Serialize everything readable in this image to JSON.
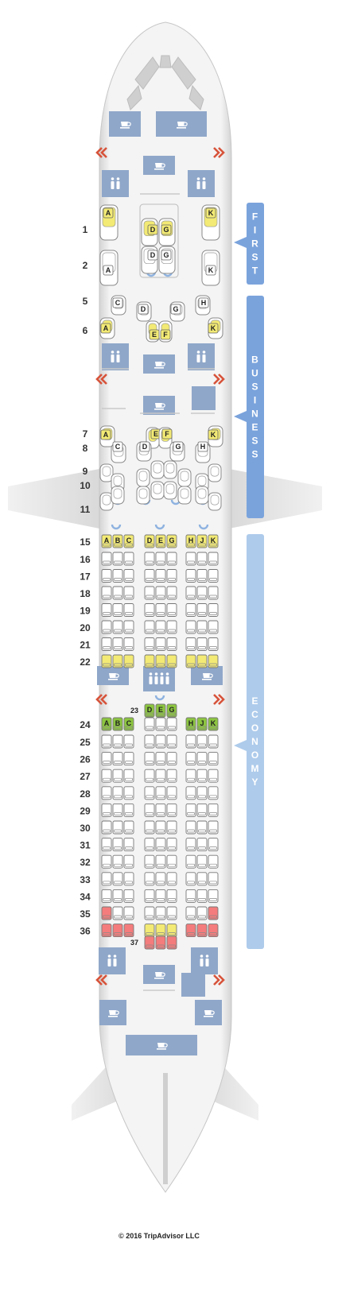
{
  "cabins": [
    {
      "name": "FIRST",
      "letters": [
        "F",
        "I",
        "R",
        "S",
        "T"
      ]
    },
    {
      "name": "BUSINESS",
      "letters": [
        "B",
        "U",
        "S",
        "I",
        "N",
        "E",
        "S",
        "S"
      ]
    },
    {
      "name": "ECONOMY",
      "letters": [
        "E",
        "C",
        "O",
        "N",
        "O",
        "M",
        "Y"
      ]
    }
  ],
  "first": {
    "rows": [
      "1",
      "2"
    ],
    "seats": [
      {
        "row": "1",
        "letter": "A",
        "status": "yellow"
      },
      {
        "row": "1",
        "letter": "K",
        "status": "yellow"
      },
      {
        "row": "1",
        "letter": "D",
        "status": "yellow"
      },
      {
        "row": "1",
        "letter": "G",
        "status": "yellow"
      },
      {
        "row": "2",
        "letter": "D",
        "status": "standard"
      },
      {
        "row": "2",
        "letter": "G",
        "status": "standard"
      },
      {
        "row": "2",
        "letter": "A",
        "status": "standard"
      },
      {
        "row": "2",
        "letter": "K",
        "status": "standard"
      }
    ]
  },
  "business": {
    "rows": [
      "5",
      "6",
      "7",
      "8",
      "9",
      "10",
      "11"
    ],
    "seat_labels": [
      {
        "row": "5",
        "letter": "C",
        "status": "standard"
      },
      {
        "row": "5",
        "letter": "D",
        "status": "standard"
      },
      {
        "row": "5",
        "letter": "G",
        "status": "standard"
      },
      {
        "row": "5",
        "letter": "H",
        "status": "standard"
      },
      {
        "row": "6",
        "letter": "A",
        "status": "yellow"
      },
      {
        "row": "6",
        "letter": "E",
        "status": "yellow"
      },
      {
        "row": "6",
        "letter": "F",
        "status": "yellow"
      },
      {
        "row": "6",
        "letter": "K",
        "status": "yellow"
      },
      {
        "row": "7",
        "letter": "A",
        "status": "yellow"
      },
      {
        "row": "7",
        "letter": "E",
        "status": "yellow"
      },
      {
        "row": "7",
        "letter": "F",
        "status": "yellow"
      },
      {
        "row": "7",
        "letter": "K",
        "status": "yellow"
      },
      {
        "row": "8",
        "letter": "C",
        "status": "standard"
      },
      {
        "row": "8",
        "letter": "D",
        "status": "standard"
      },
      {
        "row": "8",
        "letter": "G",
        "status": "standard"
      },
      {
        "row": "8",
        "letter": "H",
        "status": "standard"
      }
    ]
  },
  "economy": {
    "header_row": "15",
    "left_letters": [
      "A",
      "B",
      "C"
    ],
    "center_letters": [
      "D",
      "E",
      "G"
    ],
    "right_letters": [
      "H",
      "J",
      "K"
    ],
    "row23_label": "23",
    "row23_letters": [
      "D",
      "E",
      "G"
    ],
    "row24_label": "24",
    "row37_label": "37",
    "section1_rows": [
      "16",
      "17",
      "18",
      "19",
      "20",
      "21",
      "22"
    ],
    "section2_rows": [
      "25",
      "26",
      "27",
      "28",
      "29",
      "30",
      "31",
      "32",
      "33",
      "34",
      "35",
      "36"
    ]
  },
  "copyright": "© 2016 TripAdvisor LLC",
  "colors": {
    "yellow": "#f2ea74",
    "green": "#8cc63f",
    "red": "#f47c7c",
    "blue_box": "#8fa7c9",
    "cabin_bar_first": "#7aa3dc",
    "cabin_bar_business": "#7aa3dc",
    "cabin_bar_economy": "#aecbeb",
    "exit": "#d7533a"
  },
  "icons": [
    "coffee-cup-icon",
    "lavatory-icon",
    "exit-arrow-icon",
    "bassinet-icon"
  ]
}
